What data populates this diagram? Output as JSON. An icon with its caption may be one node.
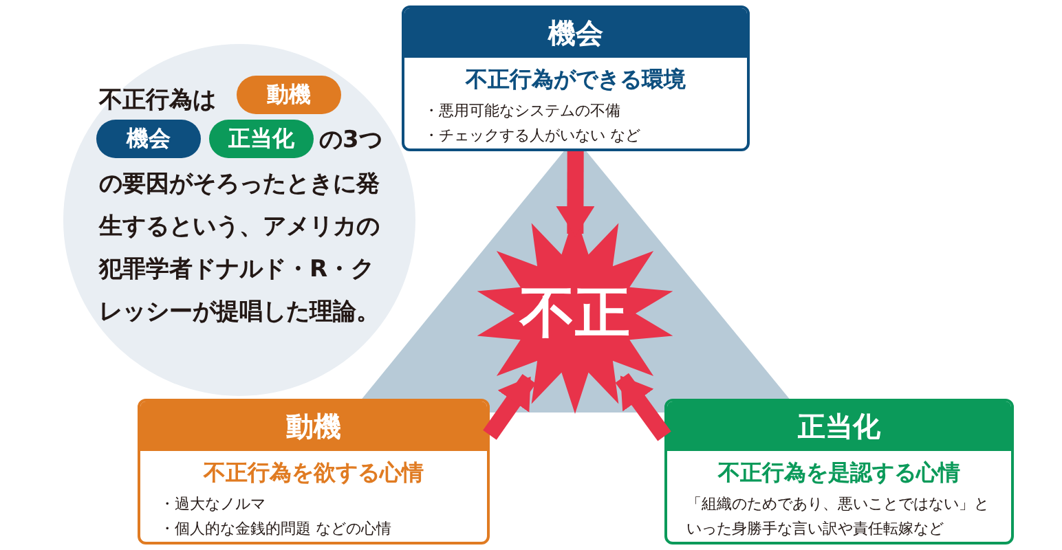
{
  "diagram": {
    "nodes": [
      {
        "text": [
          "不正行為は",
          "の3つ",
          "の要因がそろったときに発生するという、アメリカの犯罪学者ドナルド・R・クレッシーが提唱した理論。"
        ]
      },
      {
        "text": [
          "動機"
        ],
        "in": 0
      },
      {
        "text": [
          "機会"
        ],
        "in": 0
      },
      {
        "text": [
          "正当化"
        ],
        "in": 0
      },
      {
        "text": [
          "機会",
          "不正行為ができる環境",
          "・悪用可能なシステムの不備",
          "・チェックする人がいない など"
        ]
      },
      {
        "text": [
          "不正"
        ]
      },
      {
        "text": [
          "動機",
          "不正行為を欲する心情",
          "・過大なノルマ",
          "・個人的な金銭的問題 などの心情"
        ]
      },
      {
        "text": [
          "正当化",
          "不正行為を是認する心情",
          "「組織のためであり、悪いことではない」といった身勝手な言い訳や責任転嫁など"
        ]
      }
    ],
    "edges": [
      {
        "from": 4,
        "to": 5,
        "arrow": "to"
      },
      {
        "from": 6,
        "to": 5,
        "arrow": "to"
      },
      {
        "from": 7,
        "to": 5,
        "arrow": "to"
      }
    ]
  }
}
